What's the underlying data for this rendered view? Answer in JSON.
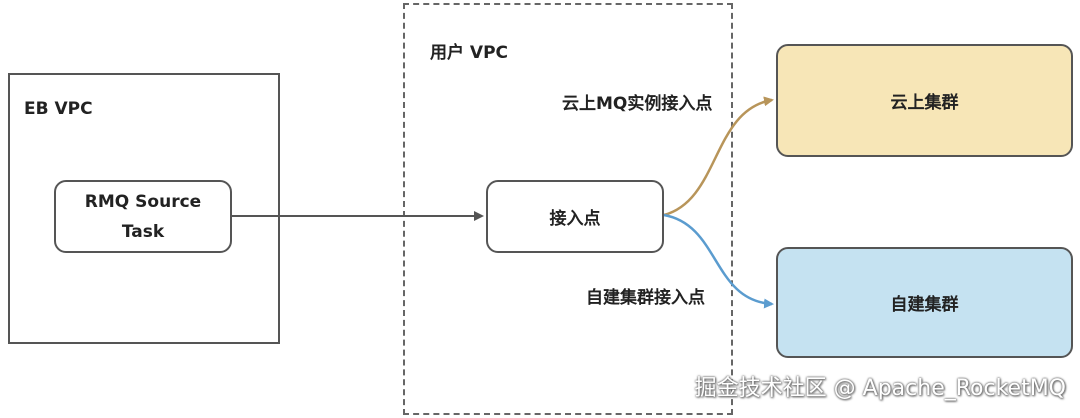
{
  "regions": {
    "eb_vpc": "EB VPC",
    "user_vpc": "用户 VPC"
  },
  "nodes": {
    "rmq_source_line1": "RMQ Source",
    "rmq_source_line2": "Task",
    "access_point": "接入点",
    "cloud_cluster": "云上集群",
    "self_built_cluster": "自建集群"
  },
  "edges": {
    "cloud_access_label": "云上MQ实例接入点",
    "self_access_label": "自建集群接入点"
  },
  "colors": {
    "cloud_edge": "#b8955a",
    "self_edge": "#5b9ccf",
    "main_edge": "#555555",
    "cloud_fill": "#f7e6b7",
    "self_fill": "#c5e2f1"
  },
  "watermark": "掘金技术社区 @ Apache_RocketMQ"
}
